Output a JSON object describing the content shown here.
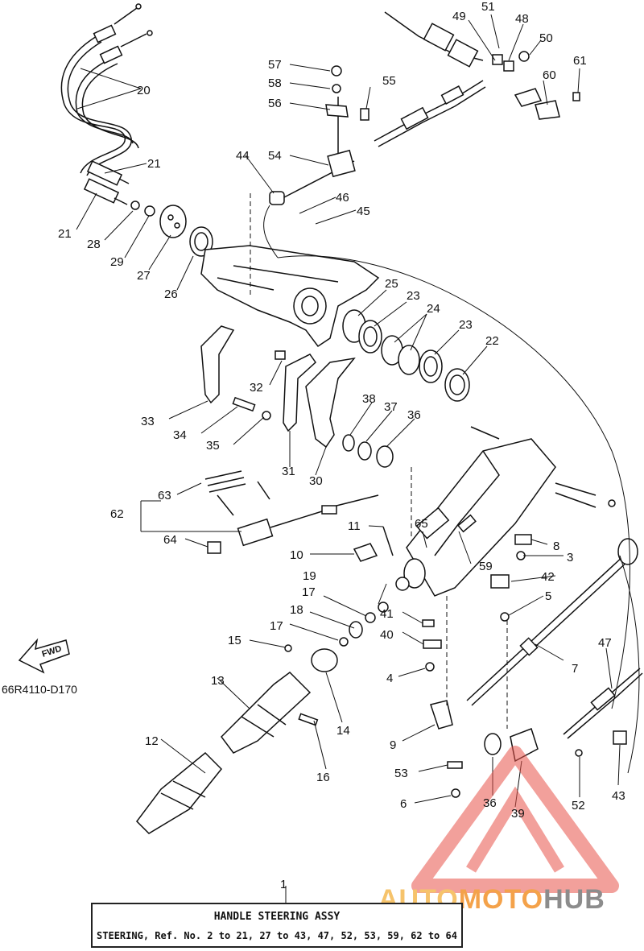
{
  "diagram": {
    "drawing_code": "66R4110-D170",
    "fwd_label": "FWD",
    "callouts": [
      {
        "id": "c1",
        "text": "1"
      },
      {
        "id": "c2",
        "text": "3"
      },
      {
        "id": "c3",
        "text": "4"
      },
      {
        "id": "c4",
        "text": "5"
      },
      {
        "id": "c5",
        "text": "6"
      },
      {
        "id": "c6",
        "text": "7"
      },
      {
        "id": "c7",
        "text": "8"
      },
      {
        "id": "c8",
        "text": "9"
      },
      {
        "id": "c9",
        "text": "10"
      },
      {
        "id": "c10",
        "text": "11"
      },
      {
        "id": "c11",
        "text": "12"
      },
      {
        "id": "c12",
        "text": "13"
      },
      {
        "id": "c13",
        "text": "14"
      },
      {
        "id": "c14",
        "text": "15"
      },
      {
        "id": "c15",
        "text": "16"
      },
      {
        "id": "c16",
        "text": "17"
      },
      {
        "id": "c17",
        "text": "17"
      },
      {
        "id": "c18",
        "text": "18"
      },
      {
        "id": "c19",
        "text": "19"
      },
      {
        "id": "c20",
        "text": "20"
      },
      {
        "id": "c21",
        "text": "21"
      },
      {
        "id": "c22",
        "text": "21"
      },
      {
        "id": "c23",
        "text": "22"
      },
      {
        "id": "c24",
        "text": "23"
      },
      {
        "id": "c25",
        "text": "23"
      },
      {
        "id": "c26",
        "text": "24"
      },
      {
        "id": "c27",
        "text": "25"
      },
      {
        "id": "c28",
        "text": "26"
      },
      {
        "id": "c29",
        "text": "27"
      },
      {
        "id": "c30",
        "text": "28"
      },
      {
        "id": "c31",
        "text": "29"
      },
      {
        "id": "c32",
        "text": "30"
      },
      {
        "id": "c33",
        "text": "31"
      },
      {
        "id": "c34",
        "text": "32"
      },
      {
        "id": "c35",
        "text": "33"
      },
      {
        "id": "c36",
        "text": "34"
      },
      {
        "id": "c37",
        "text": "35"
      },
      {
        "id": "c38",
        "text": "36"
      },
      {
        "id": "c39",
        "text": "36"
      },
      {
        "id": "c40",
        "text": "37"
      },
      {
        "id": "c41",
        "text": "38"
      },
      {
        "id": "c42",
        "text": "39"
      },
      {
        "id": "c43",
        "text": "40"
      },
      {
        "id": "c44",
        "text": "41"
      },
      {
        "id": "c45",
        "text": "42"
      },
      {
        "id": "c46",
        "text": "43"
      },
      {
        "id": "c47",
        "text": "44"
      },
      {
        "id": "c48",
        "text": "45"
      },
      {
        "id": "c49",
        "text": "46"
      },
      {
        "id": "c50",
        "text": "47"
      },
      {
        "id": "c51",
        "text": "48"
      },
      {
        "id": "c52",
        "text": "49"
      },
      {
        "id": "c53",
        "text": "50"
      },
      {
        "id": "c54",
        "text": "51"
      },
      {
        "id": "c55",
        "text": "52"
      },
      {
        "id": "c56",
        "text": "53"
      },
      {
        "id": "c57",
        "text": "54"
      },
      {
        "id": "c58",
        "text": "55"
      },
      {
        "id": "c59",
        "text": "56"
      },
      {
        "id": "c60",
        "text": "57"
      },
      {
        "id": "c61",
        "text": "58"
      },
      {
        "id": "c62",
        "text": "59"
      },
      {
        "id": "c63",
        "text": "60"
      },
      {
        "id": "c64",
        "text": "61"
      },
      {
        "id": "c65",
        "text": "62"
      },
      {
        "id": "c66",
        "text": "63"
      },
      {
        "id": "c67",
        "text": "64"
      },
      {
        "id": "c68",
        "text": "65"
      }
    ],
    "caption": {
      "ref": "1",
      "title": "HANDLE STEERING ASSY",
      "description": "STEERING, Ref. No. 2 to 21, 27 to 43, 47, 52, 53, 59, 62 to 64"
    }
  },
  "watermark": {
    "part1": "AUTO",
    "part2": "MOTO",
    "part3": "HUB",
    "color_triangle": "#e8534a"
  }
}
